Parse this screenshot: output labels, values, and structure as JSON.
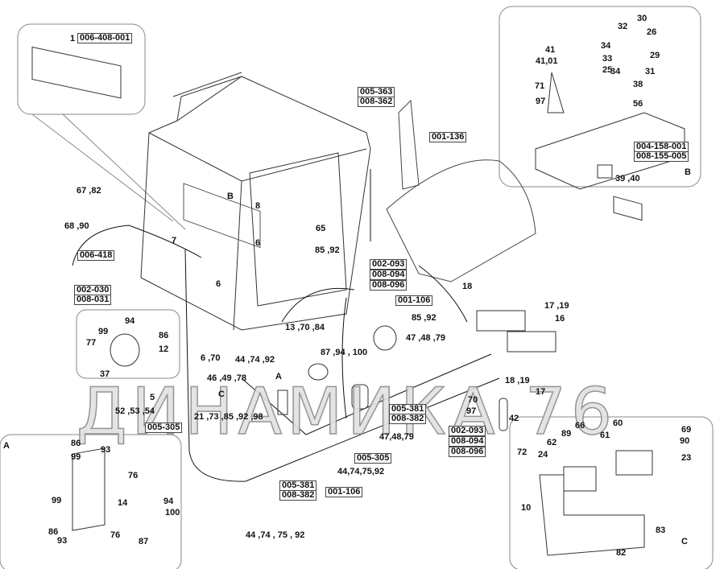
{
  "watermark": "ДИНАМИКА 76",
  "labels": {
    "p1": "1",
    "c006_408_001": "006-408-001",
    "l67_82": "67 ,82",
    "l68_90": "68 ,90",
    "c006_418": "006-418",
    "c002_030": "002-030",
    "c008_031": "008-031",
    "B1": "B",
    "l8": "8",
    "l7": "7",
    "l6a": "6",
    "l6b": "6",
    "l65": "65",
    "l85_92a": "85 ,92",
    "c005_363": "005-363",
    "c008_362": "008-362",
    "c001_136": "001-136",
    "c002_093a": "002-093",
    "c008_094a": "008-094",
    "c008_096a": "008-096",
    "c001_106a": "001-106",
    "l18": "18",
    "l85_92b": "85 ,92",
    "l17_19": "17 ,19",
    "l16": "16",
    "l13_70_84": "13 ,70 ,84",
    "l87_94_100": "87 ,94 , 100",
    "l47_48_79a": "47 ,48 ,79",
    "l6_70": "6 ,70",
    "l44_74_92": "44 ,74 ,92",
    "l46_49_78": "46 ,49 ,78",
    "A1": "A",
    "C1": "C",
    "l5": "5",
    "l52_53_54": "52 ,53 ,54",
    "l21_73": "21 ,73 ,85 ,92 ,98",
    "c005_305a": "005-305",
    "c005_381a": "005-381",
    "c008_382a": "008-382",
    "l18_19": "18 ,19",
    "l17": "17",
    "l70": "70",
    "l97": "97",
    "l42": "42",
    "l47_48_79b": "47,48,79",
    "c002_093b": "002-093",
    "c008_094b": "008-094",
    "c008_096b": "008-096",
    "c005_305b": "005-305",
    "l44_74_75_92a": "44,74,75,92",
    "c005_381b": "005-381",
    "c008_382b": "008-382",
    "c001_106b": "001-106",
    "l44_74_75_92b": "44 ,74 , 75 , 92",
    "t30": "30",
    "t32": "32",
    "t26": "26",
    "t34a": "34",
    "t33": "33",
    "t25": "25",
    "t29": "29",
    "t34b": "34",
    "t31": "31",
    "t41": "41",
    "t41_01": "41,01",
    "t71": "71",
    "t97": "97",
    "t38": "38",
    "t56": "56",
    "c004_158_001": "004-158-001",
    "c008_155_005": "008-155-005",
    "B2": "B",
    "t39_40": "39 ,40",
    "m94": "94",
    "m99": "99",
    "m86": "86",
    "m77": "77",
    "m12": "12",
    "m37": "37",
    "A2": "A",
    "a86": "86",
    "a93": "93",
    "a99": "99",
    "a76a": "76",
    "a14": "14",
    "a99b": "99",
    "a94": "94",
    "a100": "100",
    "a86b": "86",
    "a93b": "93",
    "a87": "87",
    "a76b": "76",
    "c89": "89",
    "c66": "66",
    "c60": "60",
    "c69": "69",
    "c61": "61",
    "c90": "90",
    "c62": "62",
    "c24": "24",
    "c72": "72",
    "c23": "23",
    "c10": "10",
    "c83": "83",
    "c82": "82",
    "C2": "C"
  }
}
